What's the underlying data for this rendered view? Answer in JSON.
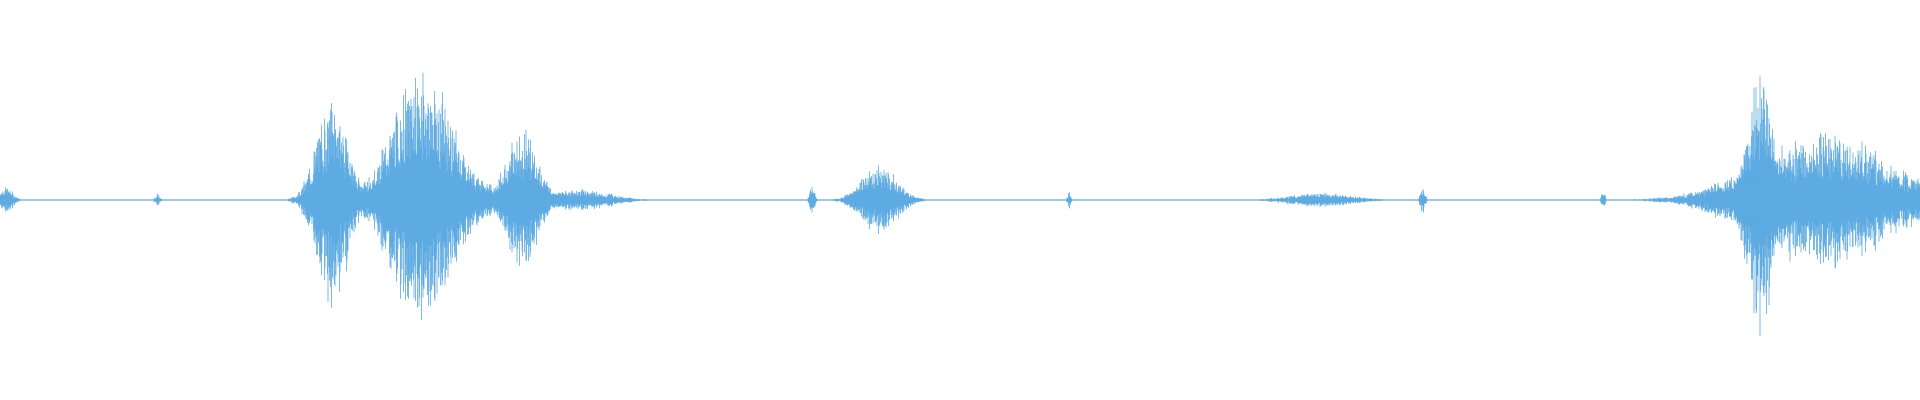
{
  "waveform": {
    "color": "#5dabe2",
    "background": "#ffffff",
    "amplitude_scale": 1,
    "bursts": [
      {
        "name": "burst-start",
        "center": 0.003,
        "width": 0.006,
        "amplitude": 0.08
      },
      {
        "name": "blip-1",
        "center": 0.082,
        "width": 0.002,
        "amplitude": 0.035
      },
      {
        "name": "burst-2-spike",
        "center": 0.173,
        "width": 0.014,
        "amplitude": 0.6
      },
      {
        "name": "burst-2-tail",
        "center": 0.182,
        "width": 0.006,
        "amplitude": 0.18
      },
      {
        "name": "burst-3-main",
        "center": 0.22,
        "width": 0.028,
        "amplitude": 0.73
      },
      {
        "name": "burst-3-tail",
        "center": 0.245,
        "width": 0.02,
        "amplitude": 0.14
      },
      {
        "name": "burst-4",
        "center": 0.272,
        "width": 0.014,
        "amplitude": 0.43
      },
      {
        "name": "burst-4-tail",
        "center": 0.3,
        "width": 0.03,
        "amplitude": 0.06
      },
      {
        "name": "spike-5",
        "center": 0.318,
        "width": 0.0015,
        "amplitude": 0.05
      },
      {
        "name": "spike-6",
        "center": 0.423,
        "width": 0.002,
        "amplitude": 0.09
      },
      {
        "name": "burst-7",
        "center": 0.458,
        "width": 0.016,
        "amplitude": 0.2
      },
      {
        "name": "spike-8",
        "center": 0.557,
        "width": 0.0015,
        "amplitude": 0.045
      },
      {
        "name": "hum-9",
        "center": 0.688,
        "width": 0.028,
        "amplitude": 0.04
      },
      {
        "name": "spike-10",
        "center": 0.741,
        "width": 0.002,
        "amplitude": 0.09
      },
      {
        "name": "spike-11",
        "center": 0.835,
        "width": 0.0015,
        "amplitude": 0.06
      },
      {
        "name": "spike-12",
        "center": 0.893,
        "width": 0.003,
        "amplitude": 0.1
      },
      {
        "name": "burst-13-attack",
        "center": 0.917,
        "width": 0.012,
        "amplitude": 0.75
      },
      {
        "name": "burst-13-body",
        "center": 0.95,
        "width": 0.06,
        "amplitude": 0.38
      },
      {
        "name": "burst-13-end",
        "center": 0.997,
        "width": 0.006,
        "amplitude": 0.07
      }
    ]
  }
}
